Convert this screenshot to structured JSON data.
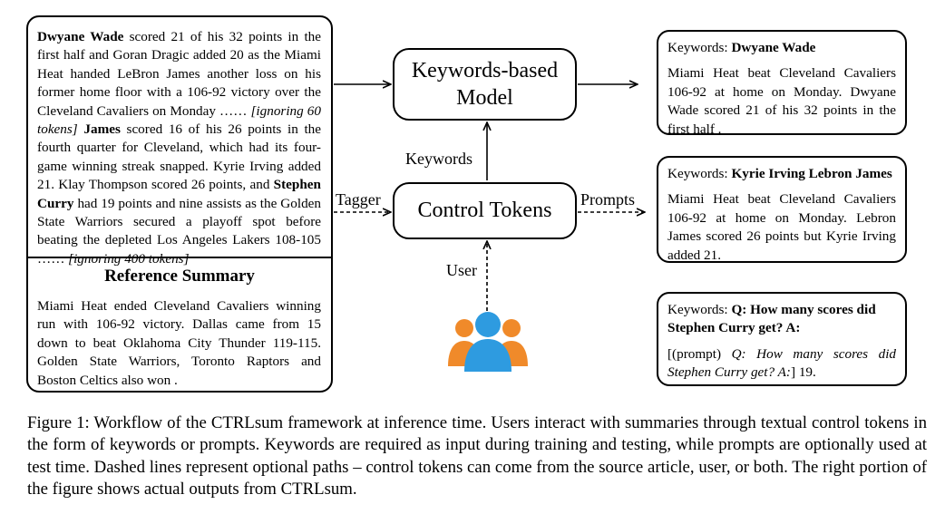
{
  "source": {
    "p1_bold": "Dwyane Wade",
    "p1": " scored 21 of his 32 points in the first half and Goran Dragic added 20 as the Miami Heat handed LeBron James another loss on his former home floor with a 106-92 victory over the Cleveland Cavaliers on Monday …… ",
    "p2_italic": "[ignoring 60 tokens]",
    "p3_bold": "James",
    "p3": " scored 16 of his 26 points in the fourth quarter for Cleveland, which had its four-game winning streak snapped. Kyrie Irving added 21. Klay Thompson scored 26 points, and ",
    "p4_bold": "Stephen Curry",
    "p4": " had 19 points and nine assists as the Golden State Warriors secured a playoff spot before beating the depleted Los Angeles Lakers 108-105 …… ",
    "p5_italic": "[ignoring 400 tokens]"
  },
  "reference": {
    "title": "Reference Summary",
    "text": "Miami Heat ended Cleveland Cavaliers winning run with 106-92 victory. Dallas came from 15 down to beat Oklahoma City Thunder 119-115. Golden State Warriors, Toronto Raptors and Boston Celtics also won ."
  },
  "model": {
    "line1": "Keywords-based",
    "line2": "Model"
  },
  "control": {
    "label": "Control Tokens"
  },
  "labels": {
    "tagger": "Tagger",
    "prompts": "Prompts",
    "keywords": "Keywords",
    "user": "User"
  },
  "outputs": [
    {
      "kw_label": "Keywords: ",
      "kw": "Dwyane Wade",
      "text": "Miami Heat beat Cleveland Cavaliers 106-92 at home on Monday. Dwyane Wade scored 21 of his 32 points in the first half ."
    },
    {
      "kw_label": "Keywords: ",
      "kw": "Kyrie Irving Lebron James",
      "text": "Miami Heat beat Cleveland Cavaliers 106-92 at home on Monday. Lebron James scored 26 points but Kyrie Irving added 21."
    },
    {
      "kw_label": "Keywords: ",
      "kw": "Q: How many scores did Stephen Curry get? A:",
      "prefix": "[(prompt) ",
      "italic": "Q: How many scores did Stephen Curry get? A:",
      "suffix": "]  19."
    }
  ],
  "caption": "Figure 1:  Workflow of the CTRLsum framework at inference time. Users interact with summaries through textual control tokens in the form of keywords or prompts. Keywords are required as input during training and testing, while prompts are optionally used at test time. Dashed lines represent optional paths – control tokens can come from the source article, user, or both. The right portion of the figure shows actual outputs from CTRLsum.",
  "colors": {
    "user_front": "#2e9be0",
    "user_back": "#f08a2a"
  }
}
